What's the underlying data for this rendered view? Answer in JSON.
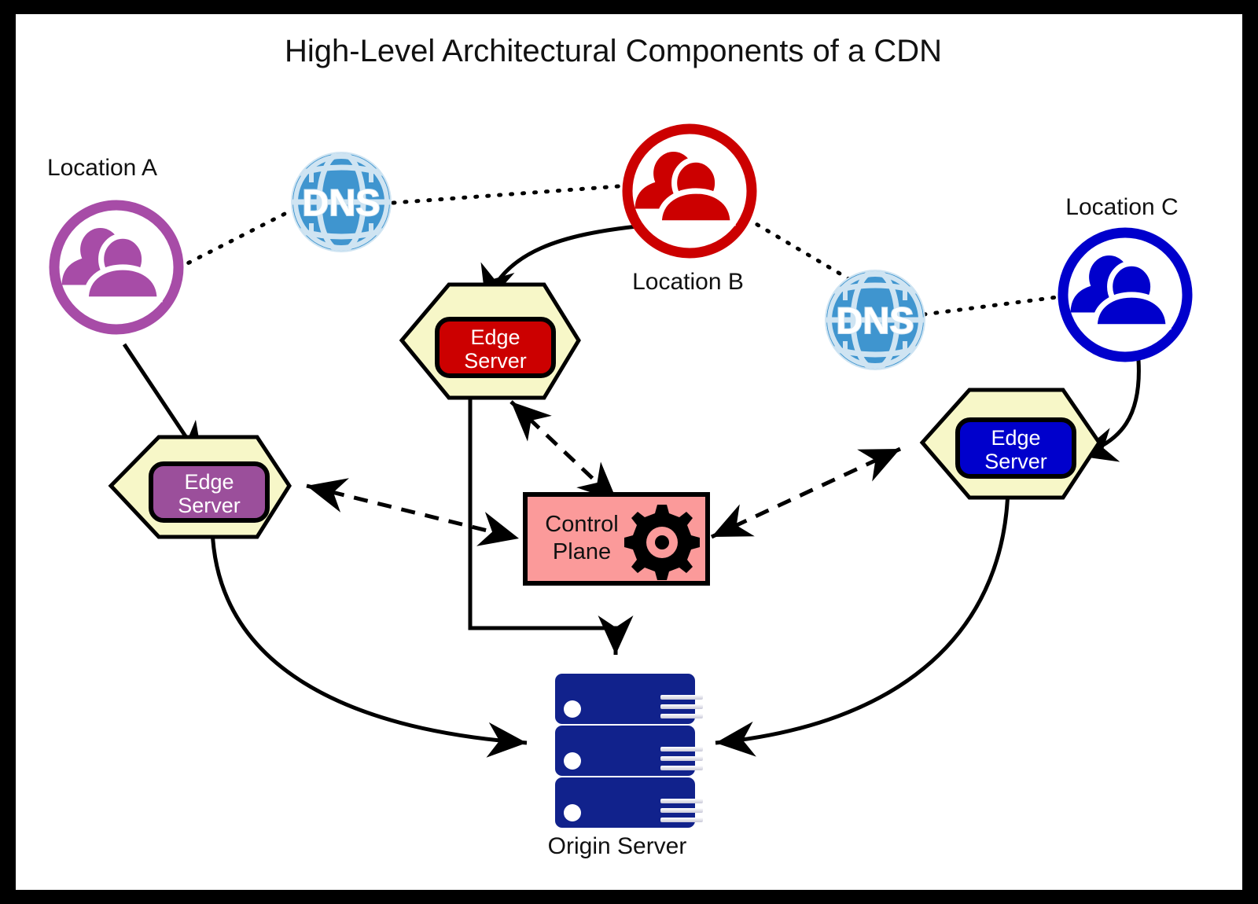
{
  "title": "High-Level Architectural Components of a CDN",
  "nodes": {
    "location_a": {
      "label": "Location A",
      "icon": "users-icon",
      "color": "#a74ca7"
    },
    "location_b": {
      "label": "Location B",
      "icon": "users-icon",
      "color": "#cc0000"
    },
    "location_c": {
      "label": "Location C",
      "icon": "users-icon",
      "color": "#0000cc"
    },
    "dns_left": {
      "label": "DNS",
      "icon": "globe-icon",
      "color": "#2b8cc9"
    },
    "dns_right": {
      "label": "DNS",
      "icon": "globe-icon",
      "color": "#2b8cc9"
    },
    "edge_a": {
      "label_line1": "Edge",
      "label_line2": "Server",
      "color": "#9b4f9b",
      "pop_color": "#f7f7c8"
    },
    "edge_b": {
      "label_line1": "Edge",
      "label_line2": "Server",
      "color": "#cc0000",
      "pop_color": "#f7f7c8"
    },
    "edge_c": {
      "label_line1": "Edge",
      "label_line2": "Server",
      "color": "#0000cc",
      "pop_color": "#f7f7c8"
    },
    "control_plane": {
      "label_line1": "Control",
      "label_line2": "Plane",
      "icon": "gear-icon",
      "color": "#fb9a9a"
    },
    "origin_server": {
      "label": "Origin Server",
      "icon": "server-stack-icon",
      "color": "#11228c"
    }
  },
  "edges": [
    {
      "from": "location_a",
      "to": "dns_left",
      "style": "dotted"
    },
    {
      "from": "dns_left",
      "to": "location_b",
      "style": "dotted"
    },
    {
      "from": "location_b",
      "to": "dns_right",
      "style": "dotted"
    },
    {
      "from": "dns_right",
      "to": "location_c",
      "style": "dotted"
    },
    {
      "from": "location_a",
      "to": "edge_a",
      "style": "solid",
      "arrow": "end"
    },
    {
      "from": "location_b",
      "to": "edge_b",
      "style": "solid",
      "arrow": "end"
    },
    {
      "from": "location_c",
      "to": "edge_c",
      "style": "solid",
      "arrow": "end"
    },
    {
      "from": "edge_a",
      "to": "origin_server",
      "style": "solid",
      "arrow": "end"
    },
    {
      "from": "edge_b",
      "to": "origin_server",
      "style": "solid",
      "arrow": "end"
    },
    {
      "from": "edge_c",
      "to": "origin_server",
      "style": "solid",
      "arrow": "end"
    },
    {
      "from": "control_plane",
      "to": "edge_a",
      "style": "dashed",
      "arrow": "both"
    },
    {
      "from": "control_plane",
      "to": "edge_b",
      "style": "dashed",
      "arrow": "both"
    },
    {
      "from": "control_plane",
      "to": "edge_c",
      "style": "dashed",
      "arrow": "both"
    }
  ],
  "colors": {
    "background": "#ffffff",
    "frame": "#000000",
    "stroke": "#000000",
    "pop_fill": "#f7f7c8",
    "control_fill": "#fb9a9a",
    "origin_fill": "#11228c",
    "dns_blue": "#2b8cc9",
    "purple": "#a74ca7",
    "red": "#cc0000",
    "blue": "#0000cc"
  }
}
